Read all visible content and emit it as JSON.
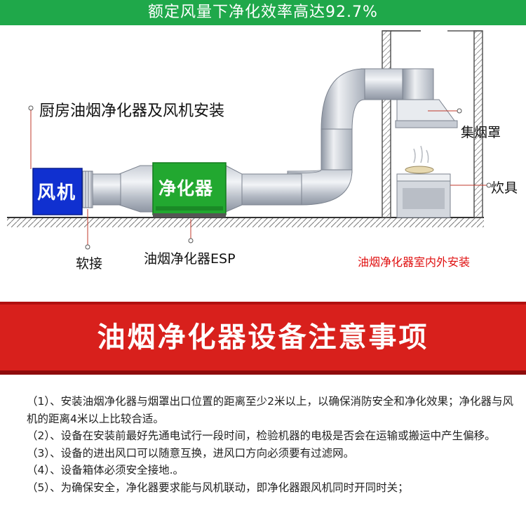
{
  "top_banner": {
    "text": "额定风量下净化效率高达92.7%"
  },
  "diagram": {
    "label_install": "厨房油烟净化器及风机安装",
    "label_fan": "风机",
    "label_purifier": "净化器",
    "label_soft_joint": "软接",
    "label_esp": "油烟净化器ESP",
    "label_hood": "集烟罩",
    "label_stove": "炊具",
    "label_indoor_outdoor": "油烟净化器室内外安装"
  },
  "section_title": "油烟净化器设备注意事项",
  "notes": [
    "（1）、安装油烟净化器与烟罩出口位置的距离至少2米以上，以确保消防安全和净化效果；净化器与风机的距离4米以上比较合适。",
    "（2）、设备在安装前最好先通电试行一段时间，检验机器的电极是否会在运输或搬运中产生偏移。",
    "（3）、设备的进出风口可以随意互换，进风口方向必须要有过滤网。",
    "（4）、设备箱体必须安全接地.。",
    "（5）、为确保安全，净化器要求能与风机联动，即净化器跟风机同时开同时关；"
  ],
  "colors": {
    "top_banner_bg": "#1fa84a",
    "fan_box": "#1030d0",
    "purifier_box": "#22a830",
    "red_banner": "#d8201c",
    "red_label": "#e01010"
  },
  "icons": [
    "fan-box-icon",
    "purifier-box-icon",
    "duct-icon",
    "exhaust-hood-icon",
    "stove-icon",
    "wall-icon"
  ]
}
